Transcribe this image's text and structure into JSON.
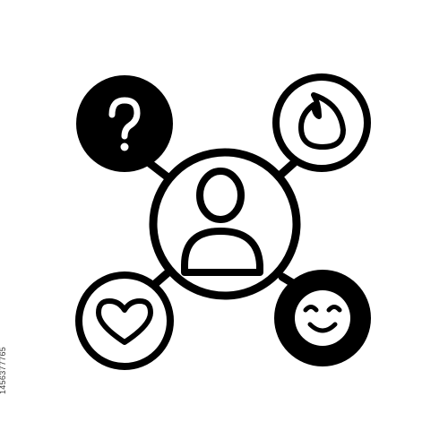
{
  "icon": {
    "name": "user-network-emotions-icon",
    "colors": {
      "stroke": "#000000",
      "fill_dark": "#000000",
      "background": "#ffffff"
    },
    "center": {
      "symbol": "person-icon"
    },
    "satellites": [
      {
        "position": "top-left",
        "symbol": "question-mark-icon",
        "style": "filled"
      },
      {
        "position": "top-right",
        "symbol": "flame-icon",
        "style": "outline"
      },
      {
        "position": "bottom-left",
        "symbol": "heart-icon",
        "style": "outline"
      },
      {
        "position": "bottom-right",
        "symbol": "smiley-face-icon",
        "style": "filled"
      }
    ]
  },
  "watermark": {
    "stock_id": "1456377765"
  }
}
